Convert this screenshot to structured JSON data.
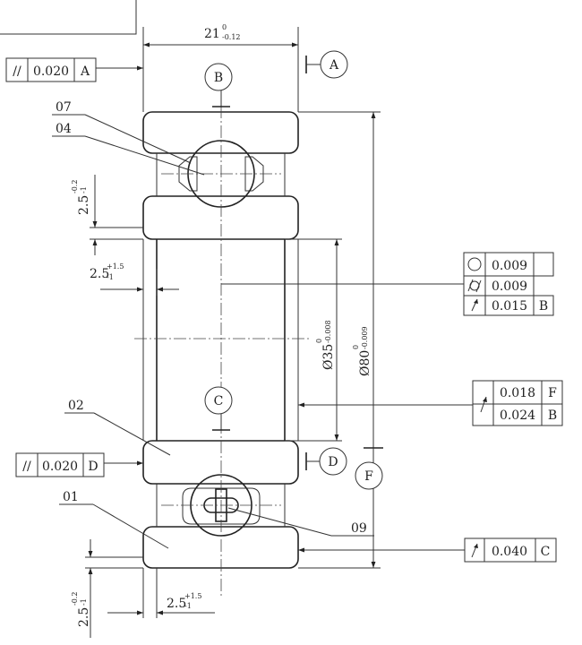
{
  "drawing": {
    "overall_width": {
      "nominal": "21",
      "upper": "0",
      "lower": "-0.12"
    },
    "outer_diameter": {
      "nominal": "Ø80",
      "upper": "0",
      "lower": "-0.009"
    },
    "inner_diameter": {
      "nominal": "Ø35",
      "upper": "0",
      "lower": "-0.008"
    },
    "chamfer_h_top": {
      "nominal": "2.5",
      "upper": "+1.5",
      "lower": "-1"
    },
    "chamfer_h_bottom": {
      "nominal": "2.5",
      "upper": "+1.5",
      "lower": "-1"
    },
    "chamfer_v_top": {
      "nominal": "2.5",
      "upper": "-0.2",
      "lower": "-1"
    },
    "chamfer_v_bottom": {
      "nominal": "2.5",
      "upper": "-0.2",
      "lower": "-1"
    }
  },
  "datums": {
    "a": "A",
    "b": "B",
    "c": "C",
    "d": "D",
    "f": "F"
  },
  "part_labels": {
    "p07": "07",
    "p04": "04",
    "p02": "02",
    "p01": "01",
    "p09": "09"
  },
  "tolerance_frames": {
    "parallel_a": {
      "symbol": "//",
      "value": "0.020",
      "datum": "A"
    },
    "parallel_d": {
      "symbol": "//",
      "value": "0.020",
      "datum": "D"
    },
    "roundness": {
      "value": "0.009"
    },
    "cylindricity": {
      "value": "0.009"
    },
    "runout_b_inner": {
      "value": "0.015",
      "datum": "B"
    },
    "runout_f": {
      "value": "0.018",
      "datum": "F"
    },
    "runout_b_outer": {
      "value": "0.024",
      "datum": "B"
    },
    "runout_c": {
      "value": "0.040",
      "datum": "C"
    }
  }
}
